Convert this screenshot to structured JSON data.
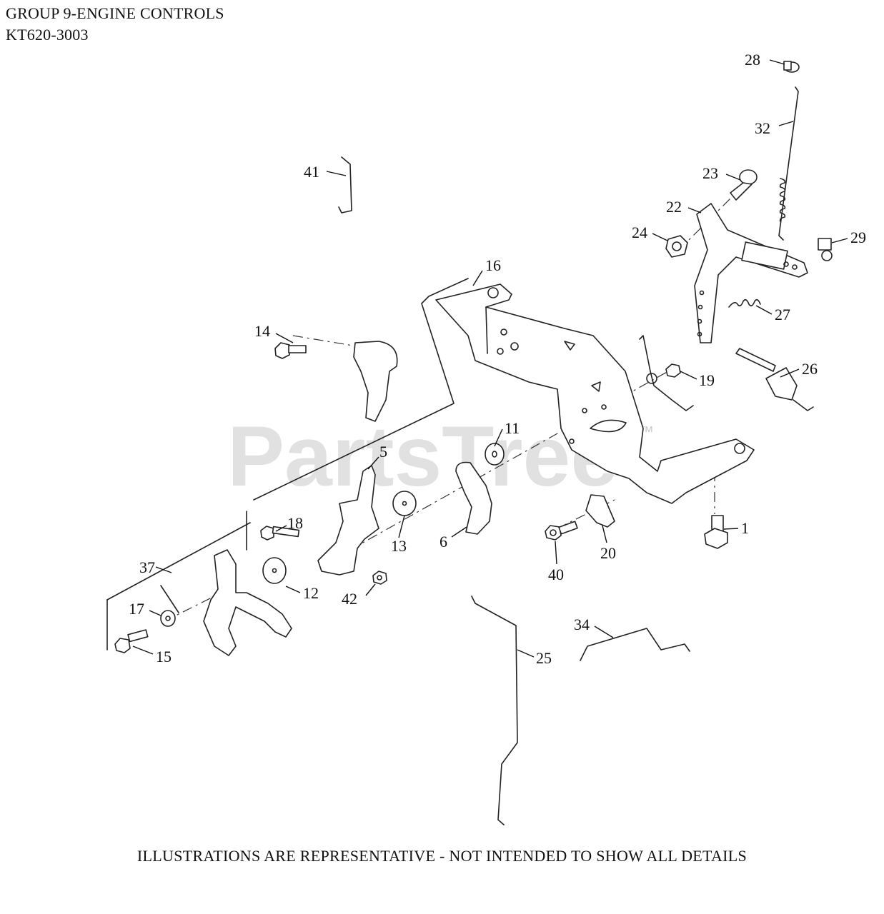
{
  "header": {
    "group_title": "GROUP 9-ENGINE CONTROLS",
    "model": "KT620-3003"
  },
  "footer": {
    "disclaimer": "ILLUSTRATIONS ARE REPRESENTATIVE - NOT INTENDED TO SHOW ALL DETAILS"
  },
  "watermark": {
    "text": "PartsTree",
    "tm": "™"
  },
  "callouts": [
    "28",
    "32",
    "41",
    "23",
    "22",
    "24",
    "29",
    "16",
    "27",
    "14",
    "19",
    "26",
    "11",
    "5",
    "18",
    "13",
    "6",
    "1",
    "40",
    "20",
    "37",
    "12",
    "42",
    "17",
    "15",
    "34",
    "25"
  ]
}
